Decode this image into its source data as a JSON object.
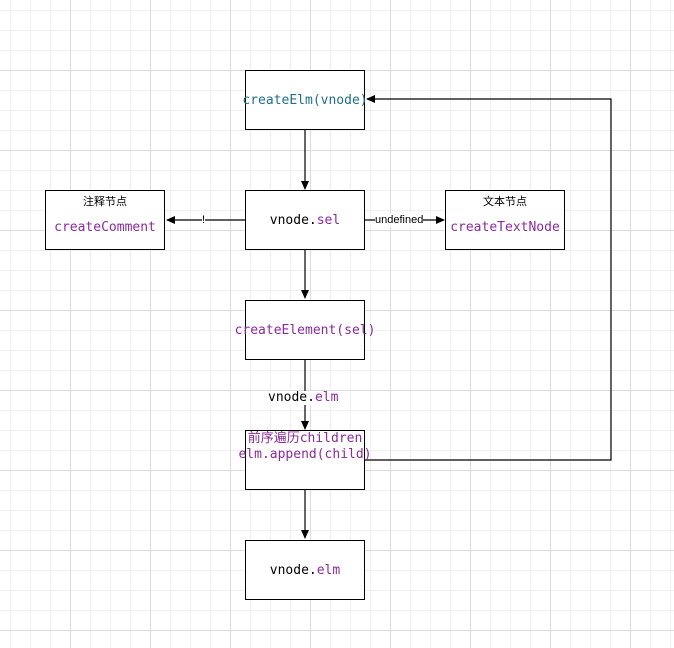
{
  "colors": {
    "keyword": "#8b2a9c",
    "call": "#1f6f8b",
    "stroke": "#000000"
  },
  "nodes": {
    "create_elm": {
      "label": "createElm(vnode)"
    },
    "vnode_sel": {
      "prefix": "vnode.",
      "suffix": "sel"
    },
    "comment": {
      "heading": "注释节点",
      "label": "createComment"
    },
    "text": {
      "heading": "文本节点",
      "label": "createTextNode"
    },
    "create_element": {
      "label": "createElement(sel)"
    },
    "traverse": {
      "line1": "前序遍历children",
      "line2": "elm.append(child)"
    },
    "vnode_elm_final": {
      "prefix": "vnode.",
      "suffix": "elm"
    }
  },
  "edges": {
    "to_comment_label": "!",
    "to_text_label": "undefined",
    "elm_label": {
      "prefix": "vnode.",
      "suffix": "elm"
    }
  }
}
